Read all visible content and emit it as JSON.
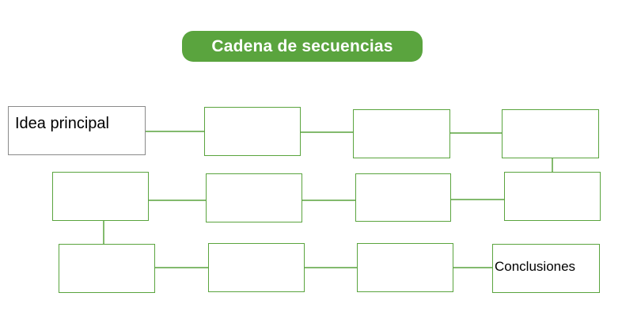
{
  "title": "Cadena de secuencias",
  "boxes": {
    "start_label": "Idea principal",
    "end_label": "Conclusiones"
  },
  "colors": {
    "accent": "#5aa43e",
    "first_box_border": "#8a8a8a",
    "text": "#000000",
    "background": "#ffffff"
  }
}
